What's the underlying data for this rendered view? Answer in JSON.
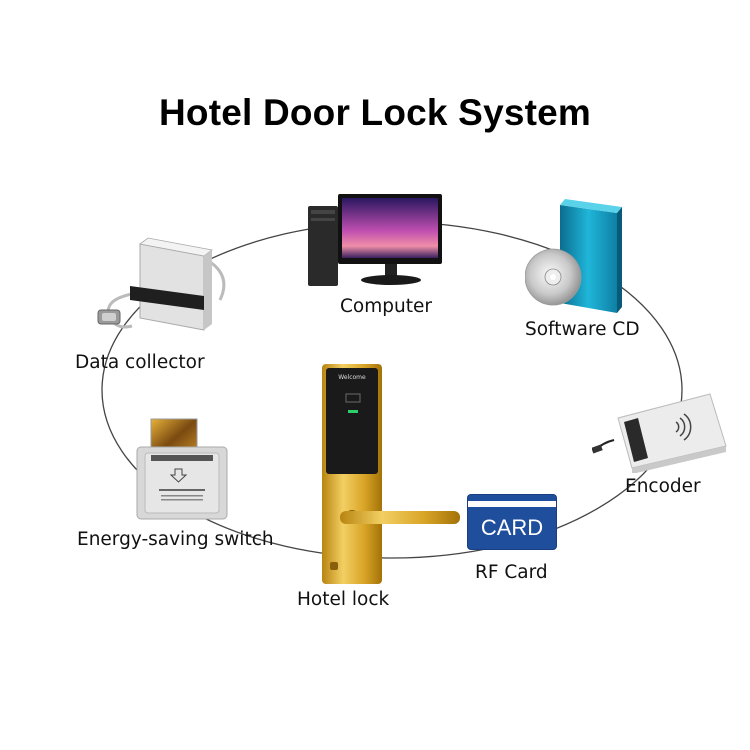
{
  "title": "Hotel Door Lock System",
  "components": [
    {
      "id": "computer",
      "label": "Computer",
      "icon": "computer-icon"
    },
    {
      "id": "software-cd",
      "label": "Software CD",
      "icon": "software-cd-icon"
    },
    {
      "id": "encoder",
      "label": "Encoder",
      "icon": "card-encoder-icon"
    },
    {
      "id": "rf-card",
      "label": "RF Card",
      "icon": "rf-card-icon",
      "card_text": "CARD"
    },
    {
      "id": "hotel-lock",
      "label": "Hotel lock",
      "icon": "door-lock-icon",
      "panel_text": "Welcome"
    },
    {
      "id": "energy-saving-switch",
      "label": "Energy-saving switch",
      "icon": "energy-switch-icon"
    },
    {
      "id": "data-collector",
      "label": "Data collector",
      "icon": "data-collector-icon"
    }
  ],
  "colors": {
    "ring": "#444444",
    "card_blue": "#1f4e9c",
    "lock_gold": "#d9a527"
  }
}
